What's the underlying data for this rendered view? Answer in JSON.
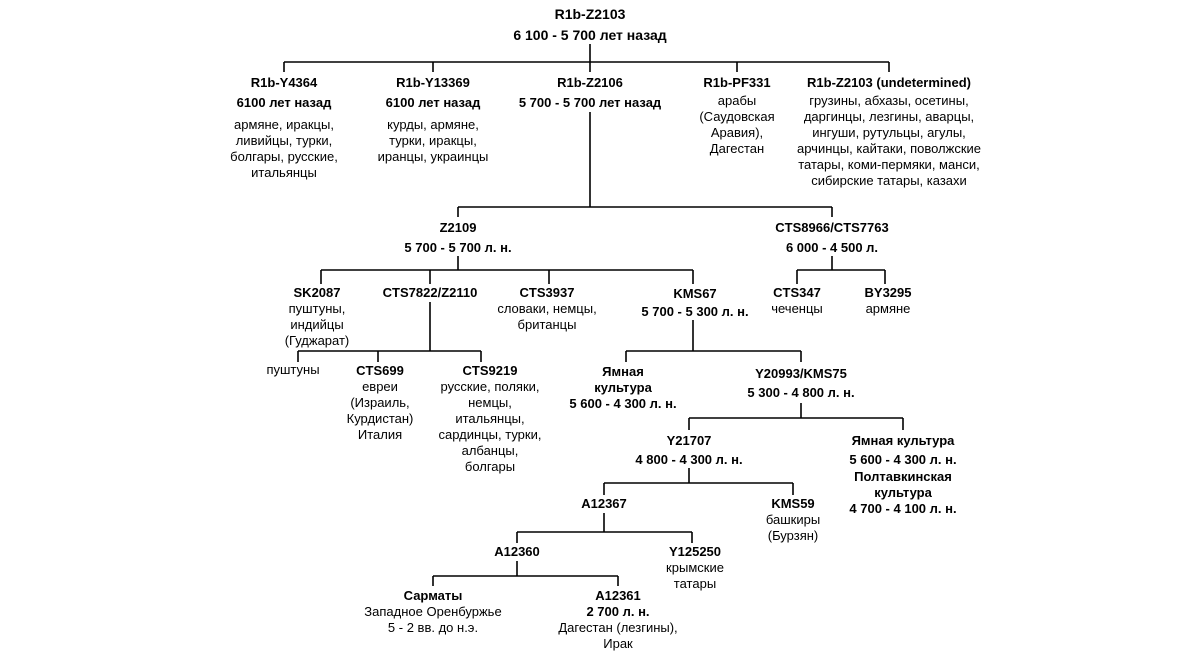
{
  "root": {
    "title": "R1b-Z2103",
    "date": "6 100 - 5 700 лет назад"
  },
  "y4364": {
    "title": "R1b-Y4364",
    "date": "6100 лет назад",
    "lines": [
      "армяне, иракцы,",
      "ливийцы, турки,",
      "болгары, русские,",
      "итальянцы"
    ]
  },
  "y13369": {
    "title": "R1b-Y13369",
    "date": "6100 лет назад",
    "lines": [
      "курды, армяне,",
      "турки, иракцы,",
      "иранцы, украинцы"
    ]
  },
  "z2106": {
    "title": "R1b-Z2106",
    "date": "5 700 - 5 700 лет назад"
  },
  "pf331": {
    "title": "R1b-PF331",
    "lines": [
      "арабы",
      "(Саудовская",
      "Аравия),",
      "Дагестан"
    ]
  },
  "undet": {
    "title": "R1b-Z2103 (undetermined)",
    "lines": [
      "грузины, абхазы, осетины,",
      "даргинцы, лезгины, аварцы,",
      "ингуши, рутульцы, агулы,",
      "арчинцы, кайтаки, поволжские",
      "татары, коми-пермяки, манси,",
      "сибирские татары, казахи"
    ]
  },
  "z2109": {
    "title": "Z2109",
    "date": "5 700 - 5 700 л. н."
  },
  "cts8966": {
    "title": "CTS8966/CTS7763",
    "date": "6 000 - 4 500 л."
  },
  "sk2087": {
    "title": "SK2087",
    "lines": [
      "пуштуны,",
      "индийцы",
      "(Гуджарат)"
    ]
  },
  "cts7822": {
    "title": "CTS7822/Z2110"
  },
  "cts3937": {
    "title": "CTS3937",
    "lines": [
      "словаки, немцы,",
      "британцы"
    ]
  },
  "kms67": {
    "title": "KMS67",
    "date": "5 700 - 5 300 л. н."
  },
  "cts347": {
    "title": "CTS347",
    "lines": [
      "чеченцы"
    ]
  },
  "by3295": {
    "title": "BY3295",
    "lines": [
      "армяне"
    ]
  },
  "pushtuny": {
    "text": "пуштуны"
  },
  "cts699": {
    "title": "CTS699",
    "lines": [
      "евреи",
      "(Израиль,",
      "Курдистан)",
      "Италия"
    ]
  },
  "cts9219": {
    "title": "CTS9219",
    "lines": [
      "русские, поляки,",
      "немцы,",
      "итальянцы,",
      "сардинцы, турки,",
      "албанцы,",
      "болгары"
    ]
  },
  "yamna1": {
    "title_lines": [
      "Ямная",
      "культура"
    ],
    "date": "5 600 - 4 300 л. н."
  },
  "y20993": {
    "title": "Y20993/KMS75",
    "date": "5 300 - 4 800 л. н."
  },
  "y21707": {
    "title": "Y21707",
    "date": "4 800 - 4 300 л. н."
  },
  "yamna2": {
    "title": "Ямная культура",
    "date": "5 600 - 4 300 л. н.",
    "poltav_lines": [
      "Полтавкинская",
      "культура"
    ],
    "poltav_date": "4 700 - 4 100 л. н."
  },
  "a12367": {
    "title": "A12367"
  },
  "kms59": {
    "title": "KMS59",
    "lines": [
      "башкиры",
      "(Бурзян)"
    ]
  },
  "a12360": {
    "title": "A12360"
  },
  "y125250": {
    "title": "Y125250",
    "lines": [
      "крымские",
      "татары"
    ]
  },
  "sarmaty": {
    "title": "Сарматы",
    "lines": [
      "Западное Оренбуржье",
      "5 - 2 вв. до н.э."
    ]
  },
  "a12361": {
    "title": "A12361",
    "date": "2 700 л. н.",
    "lines": [
      "Дагестан (лезгины),",
      "Ирак"
    ]
  }
}
